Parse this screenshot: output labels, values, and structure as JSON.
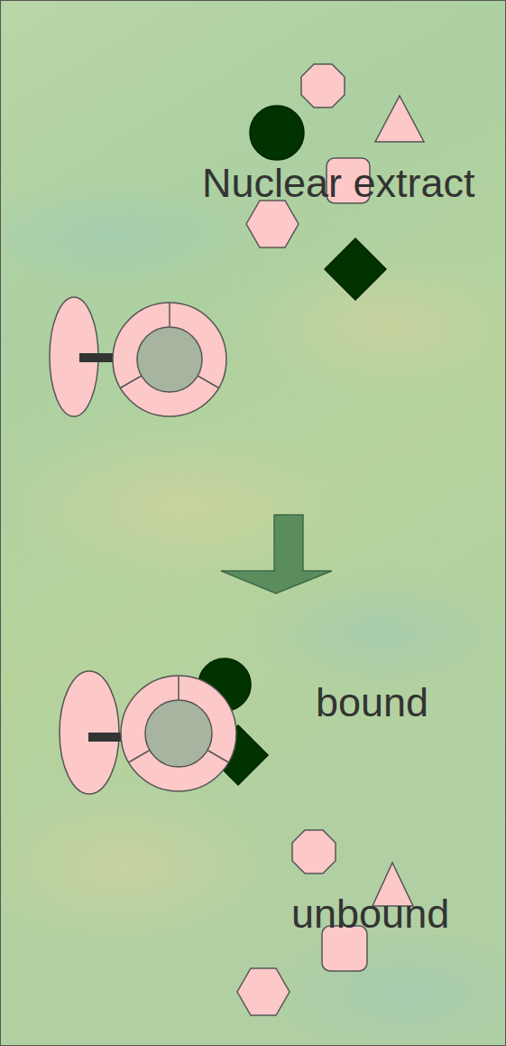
{
  "diagram": {
    "labels": [
      "Nuclear extract",
      "bound",
      "unbound"
    ]
  }
}
